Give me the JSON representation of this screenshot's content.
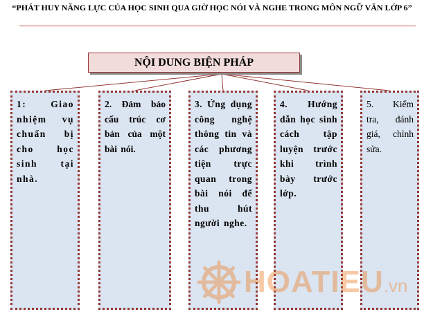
{
  "title": "“PHÁT HUY NĂNG LỰC CỦA HỌC SINH QUA GIỜ HỌC NÓI VÀ NGHE TRONG MÔN NGỮ VĂN LỚP 6”",
  "header": "NỘI DUNG BIỆN PHÁP",
  "boxes": [
    "1: Giao nhiệm vụ chuẩn bị cho học sinh tại nhà.",
    "2. Đảm bảo cấu trúc cơ bản của một bài nói.",
    "3. Ứng dụng công nghệ thông tin và các phương tiện trực quan trong bài nói để thu hút người nghe.",
    "4. Hướng dẫn học sinh cách tập luyện trước khi trình bày trước lớp.",
    "5. Kiểm tra, đánh giá, chỉnh sửa."
  ],
  "watermark": {
    "name": "HOATIEU",
    "tld": ".vn"
  },
  "colors": {
    "border": "#943634",
    "box_fill": "#dbe5f1",
    "header_fill": "#f2dcdb",
    "watermark": "#ee7b22"
  }
}
